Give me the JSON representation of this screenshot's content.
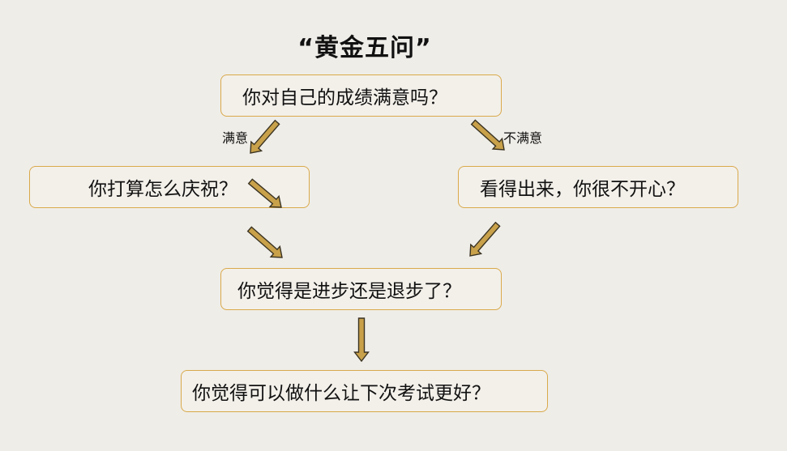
{
  "title": "“黄金五问”",
  "labels": {
    "satisfied": "满意",
    "unsatisfied": "不满意"
  },
  "nodes": {
    "q1": "你对自己的成绩满意吗？",
    "q2_satisfied": "你打算怎么庆祝？",
    "q2_unsatisfied": "看得出来，你很不开心？",
    "q3": "你觉得是进步还是退步了？",
    "q4": "你觉得可以做什么让下次考试更好？"
  },
  "colors": {
    "background": "#efede8",
    "box_border": "#d9a94a",
    "arrow_fill": "#c8a14a",
    "arrow_stroke": "#3a3322"
  }
}
